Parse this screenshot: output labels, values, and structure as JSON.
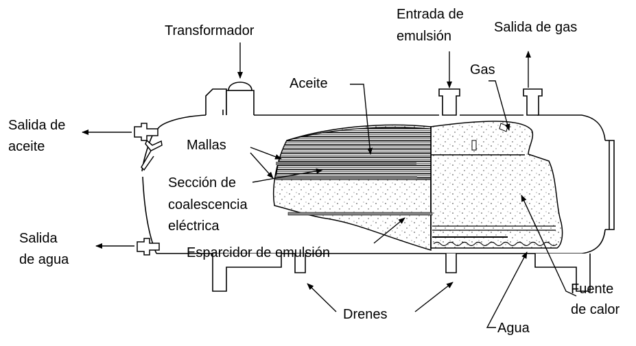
{
  "labels": {
    "transformador": "Transformador",
    "entrada_emulsion_1": "Entrada de",
    "entrada_emulsion_2": "emulsión",
    "salida_gas": "Salida de gas",
    "gas": "Gas",
    "aceite": "Aceite",
    "salida_aceite_1": "Salida de",
    "salida_aceite_2": "aceite",
    "mallas": "Mallas",
    "seccion_1": "Sección de",
    "seccion_2": "coalescencia",
    "seccion_3": "eléctrica",
    "salida_agua_1": "Salida",
    "salida_agua_2": "de agua",
    "esparcidor": "Esparcidor de emulsión",
    "drenes": "Drenes",
    "fuente_1": "Fuente",
    "fuente_2": "de calor",
    "agua": "Agua"
  }
}
